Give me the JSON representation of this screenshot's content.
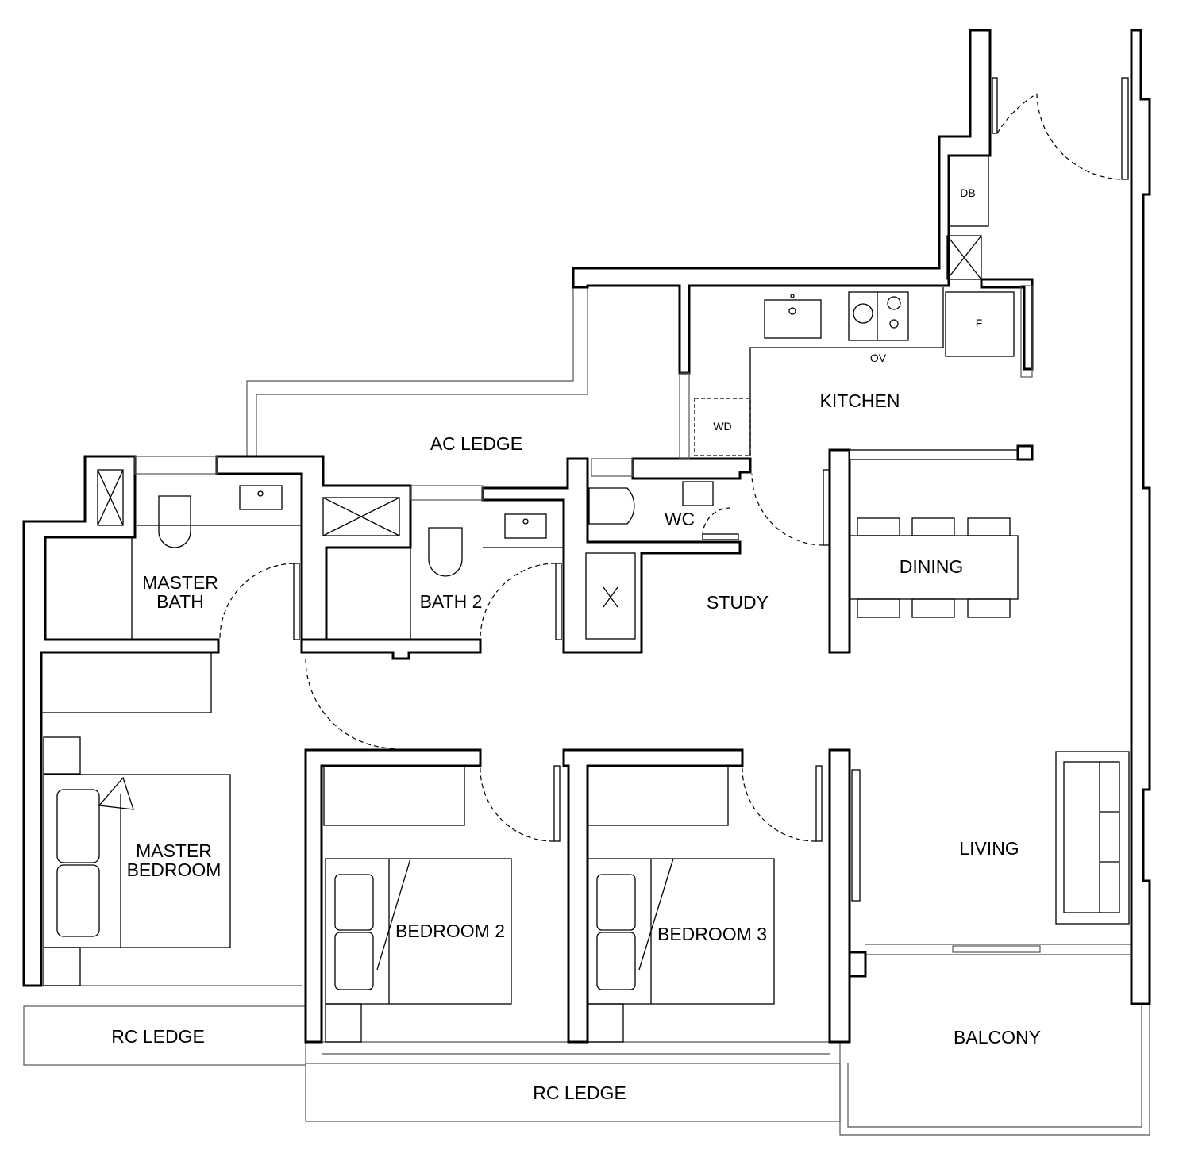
{
  "rooms": {
    "ac_ledge": "AC LEDGE",
    "kitchen": "KITCHEN",
    "wc": "WC",
    "dining": "DINING",
    "study": "STUDY",
    "master_bath_1": "MASTER",
    "master_bath_2": "BATH",
    "bath2": "BATH 2",
    "master_bedroom_1": "MASTER",
    "master_bedroom_2": "BEDROOM",
    "bedroom2": "BEDROOM 2",
    "bedroom3": "BEDROOM 3",
    "living": "LIVING",
    "rc_ledge_left": "RC LEDGE",
    "rc_ledge_bottom": "RC LEDGE",
    "balcony": "BALCONY"
  },
  "fixtures": {
    "wd": "WD",
    "ov": "OV",
    "fridge": "F",
    "db": "DB"
  },
  "colors": {
    "line": "#000000",
    "background": "#ffffff"
  }
}
